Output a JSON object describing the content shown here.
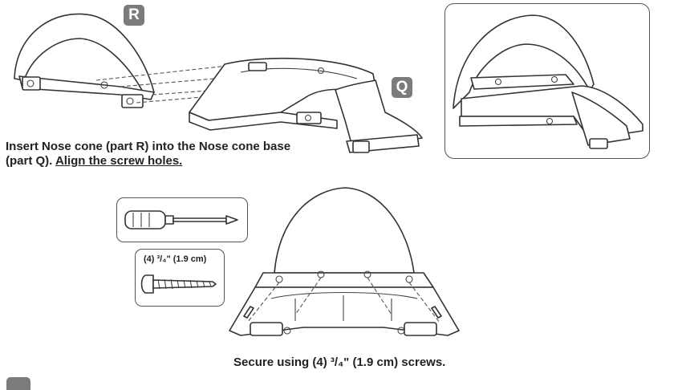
{
  "parts": {
    "cone_label": "R",
    "base_label": "Q"
  },
  "step1": {
    "text": "Insert Nose cone (part R) into the Nose cone base",
    "text_line2": "(part Q).",
    "emphasis": "Align the screw holes."
  },
  "hardware": {
    "screw_label": "(4) ³/₄\" (1.9 cm)"
  },
  "step2": {
    "text": "Secure using (4) ³/₄\" (1.9 cm) screws."
  },
  "colors": {
    "badge": "#7b7b7b",
    "line": "#333333"
  }
}
